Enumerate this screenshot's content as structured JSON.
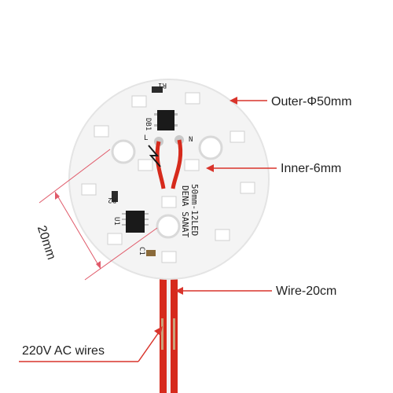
{
  "annotations": {
    "outer_diameter": "Outer-Φ50mm",
    "inner_hole": "Inner-6mm",
    "wire_length": "Wire-20cm",
    "dimension_20mm": "20mm",
    "ac_wires": "220V AC wires"
  },
  "pcb_silkscreen": {
    "r1": "R1",
    "r2": "R2",
    "db1": "DB1",
    "u1": "U1",
    "c1": "C1",
    "brand": "DENA SANAT",
    "model": "50mm-12LED",
    "l": "L",
    "n": "N"
  },
  "colors": {
    "board": "#f4f4f4",
    "annotation_arrow": "#d9342b",
    "wire_red": "#d62a1c",
    "dimension_line": "#e05a6a"
  }
}
